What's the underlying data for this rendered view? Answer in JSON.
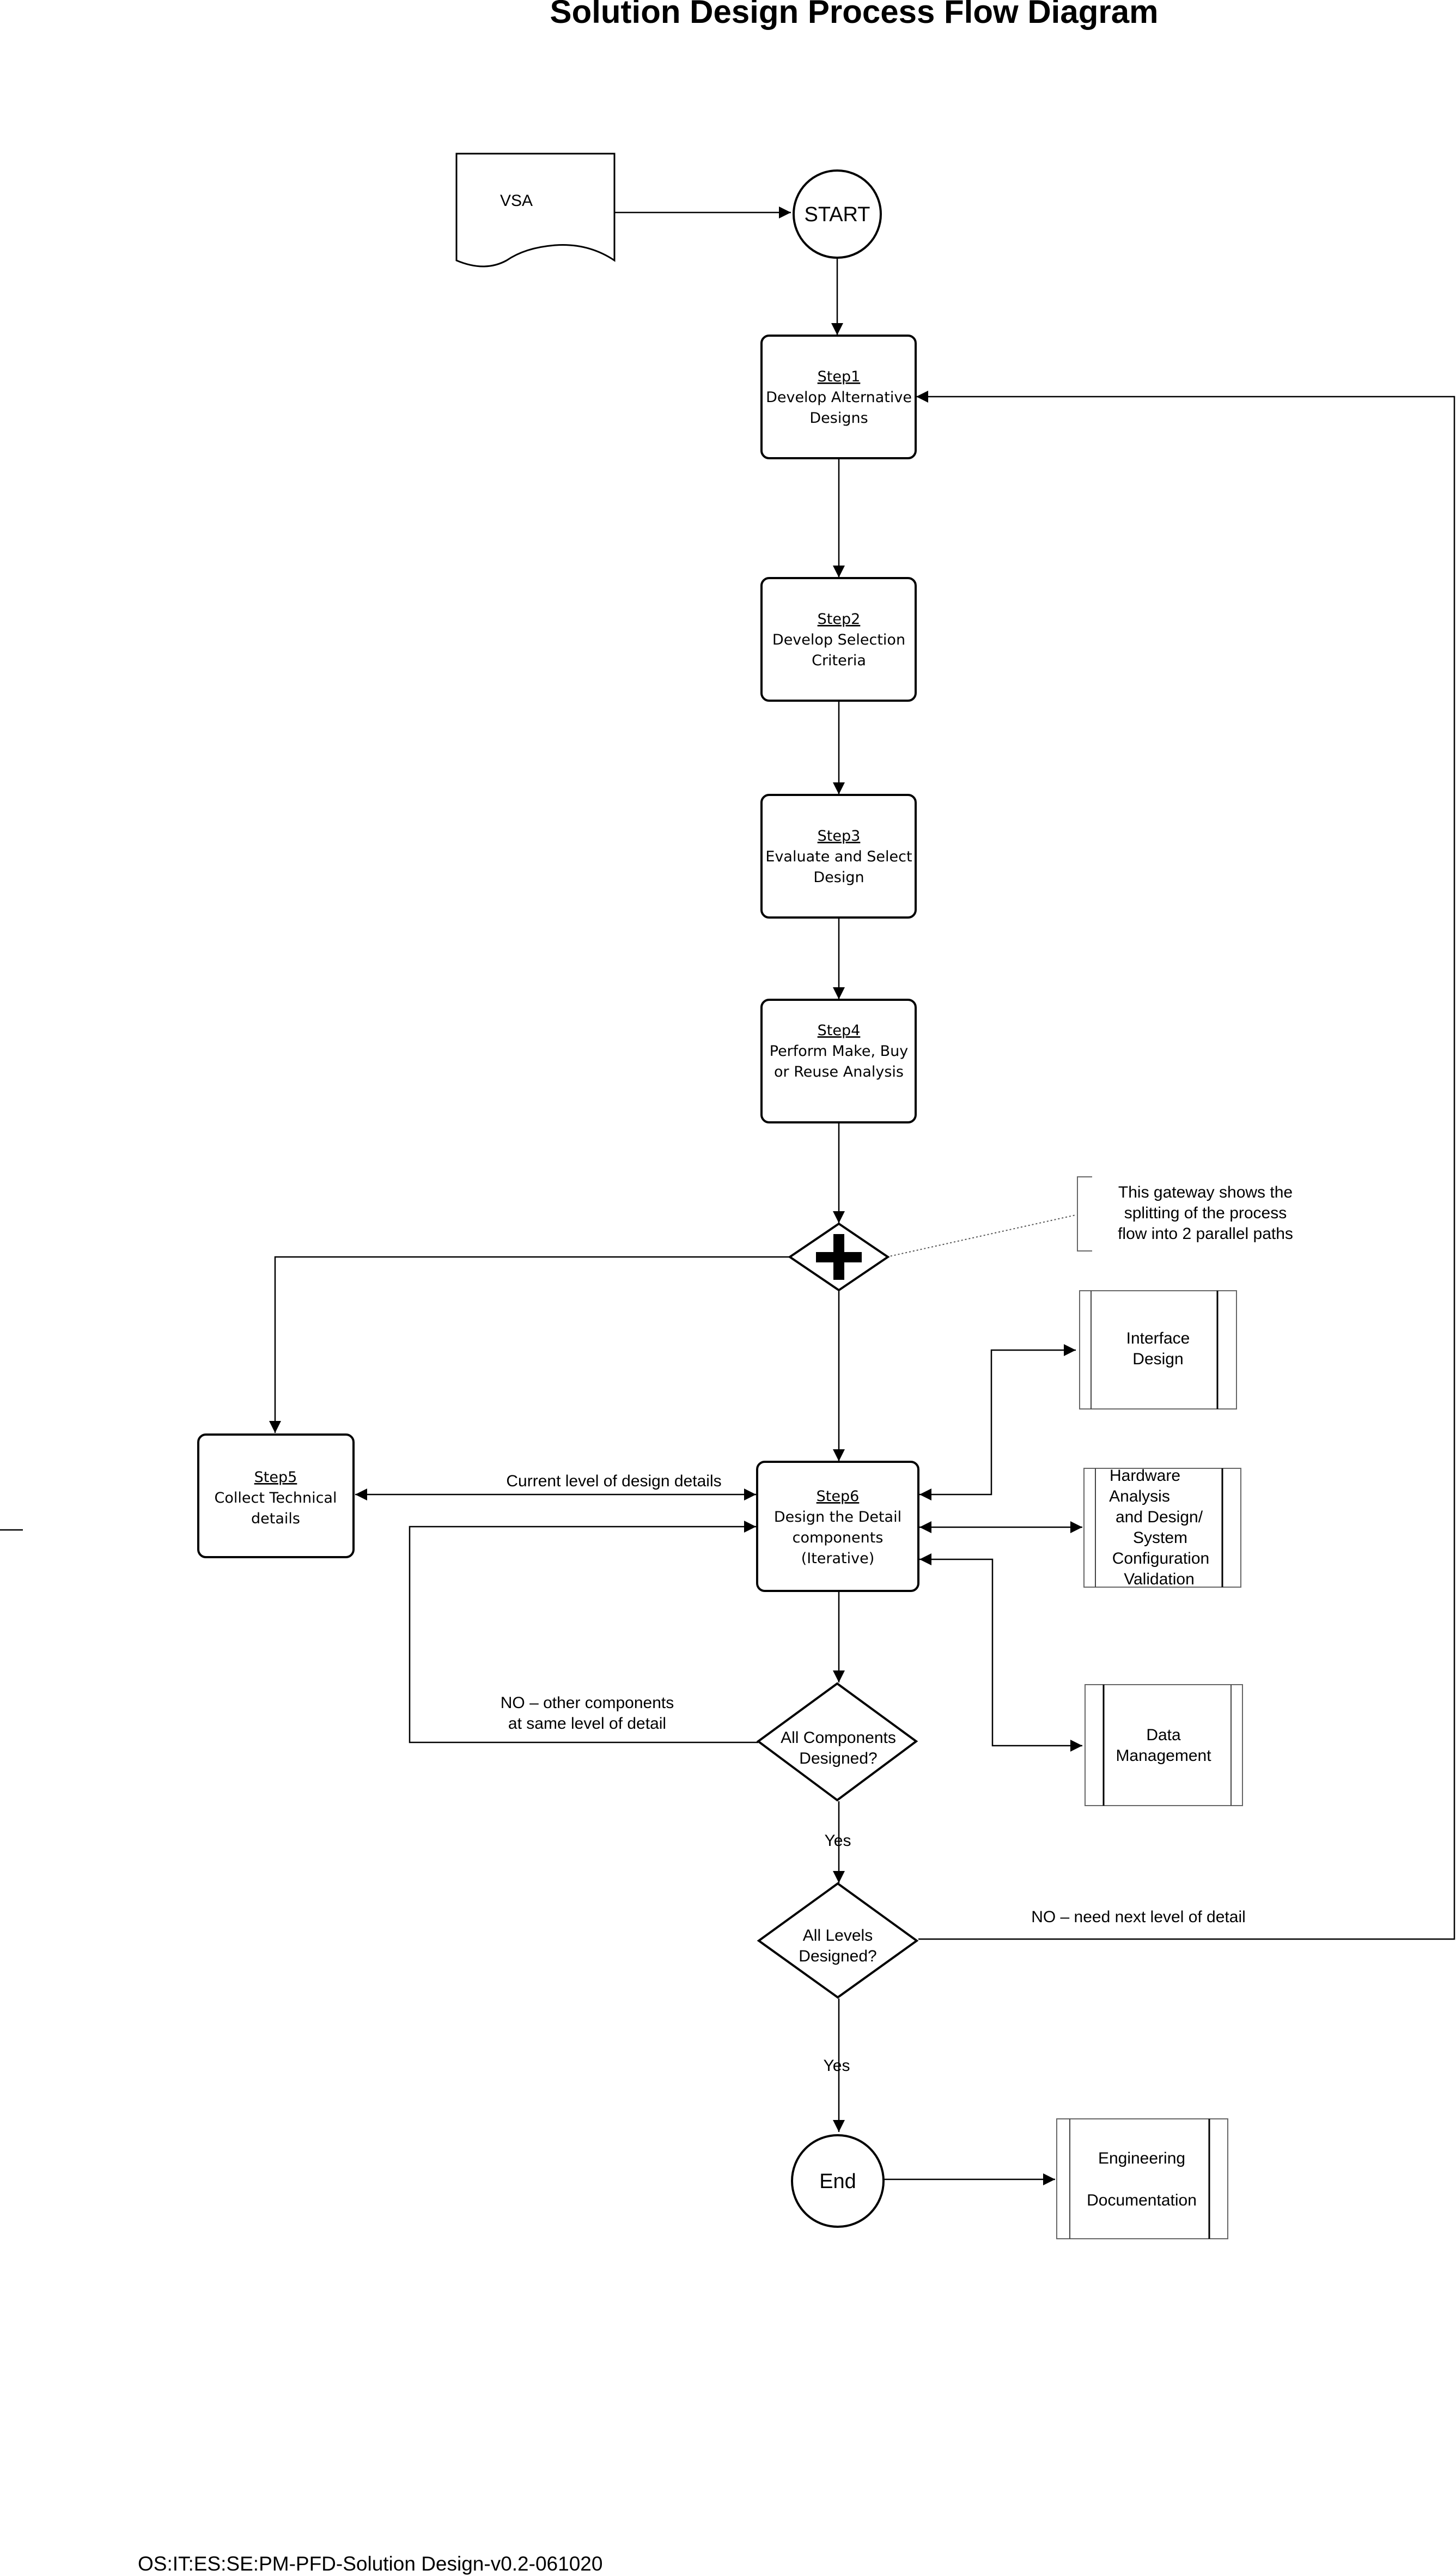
{
  "title": "Solution Design Process Flow Diagram",
  "footer": "OS:IT:ES:SE:PM-PFD-Solution Design-v0.2-061020",
  "input_doc": "VSA",
  "start": "START",
  "end": "End",
  "steps": [
    {
      "id": "Step1",
      "lines": [
        "Develop Alternative",
        "Designs"
      ]
    },
    {
      "id": "Step2",
      "lines": [
        "Develop Selection",
        "Criteria"
      ]
    },
    {
      "id": "Step3",
      "lines": [
        "Evaluate and Select",
        "Design"
      ]
    },
    {
      "id": "Step4",
      "lines": [
        "Perform Make, Buy",
        "or Reuse Analysis"
      ]
    },
    {
      "id": "Step5",
      "lines": [
        "Collect Technical",
        "details"
      ]
    },
    {
      "id": "Step6",
      "lines": [
        "Design the Detail",
        "components",
        "(Iterative)"
      ]
    }
  ],
  "gateway_note": [
    "This gateway shows the",
    "splitting of the process",
    "flow into 2 parallel paths"
  ],
  "subprocesses": {
    "interface": [
      "Interface",
      "Design"
    ],
    "hardware": [
      "Hardware",
      "Analysis",
      "and Design/",
      "System",
      "Configuration",
      "Validation"
    ],
    "data": [
      "Data",
      "Management"
    ],
    "engineering": [
      "Engineering",
      "Documentation"
    ]
  },
  "decisions": {
    "components": [
      "All Components",
      "Designed?"
    ],
    "levels": [
      "All Levels",
      "Designed?"
    ]
  },
  "edge_labels": {
    "current_level": "Current level of design details",
    "no_other": [
      "NO – other components",
      "at same level of detail"
    ],
    "yes1": "Yes",
    "yes2": "Yes",
    "no_next": "NO – need next level of detail"
  }
}
